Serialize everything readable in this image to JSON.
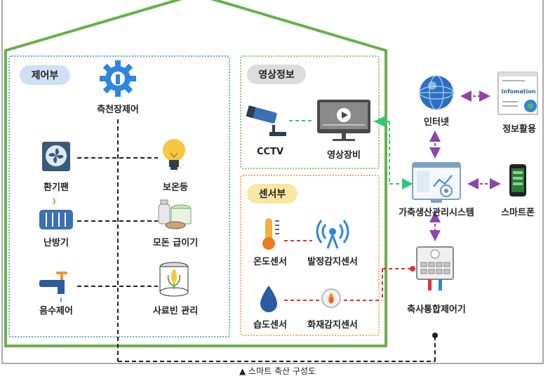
{
  "sections": {
    "control": "제어부",
    "video": "영상정보",
    "sensor": "센서부"
  },
  "nodes": {
    "ceiling_control": "측천장제어",
    "fan": "환기팬",
    "heat_lamp": "보온등",
    "heater": "난방기",
    "feeder": "모돈 급이기",
    "water": "음수제어",
    "feed_bin": "사료빈 관리",
    "cctv": "CCTV",
    "video_equipment": "영상장비",
    "temp_sensor": "온도센서",
    "estrus_sensor": "발정감지센서",
    "humidity_sensor": "습도센서",
    "fire_sensor": "화재감지센서",
    "internet": "인터넷",
    "info_use": "정보활용",
    "management_system": "가축생산관리시스템",
    "smartphone": "스마트폰",
    "integrated_controller": "축사통합제어기"
  },
  "info_card_text": "Infomation",
  "caption": "▲ 스마트 축산 구성도",
  "colors": {
    "house_outline": "#6ab04c",
    "control_border": "#2e86de",
    "video_border": "#6ab04c",
    "sensor_border": "#f0932b",
    "control_pill": "#cfe0f5",
    "video_pill": "#dcdcdc",
    "sensor_pill": "#fbe7a1",
    "dashed_black": "#222222",
    "dashed_green": "#2ecc71",
    "dashed_red": "#e03131",
    "arrow_purple": "#8e44ad"
  }
}
